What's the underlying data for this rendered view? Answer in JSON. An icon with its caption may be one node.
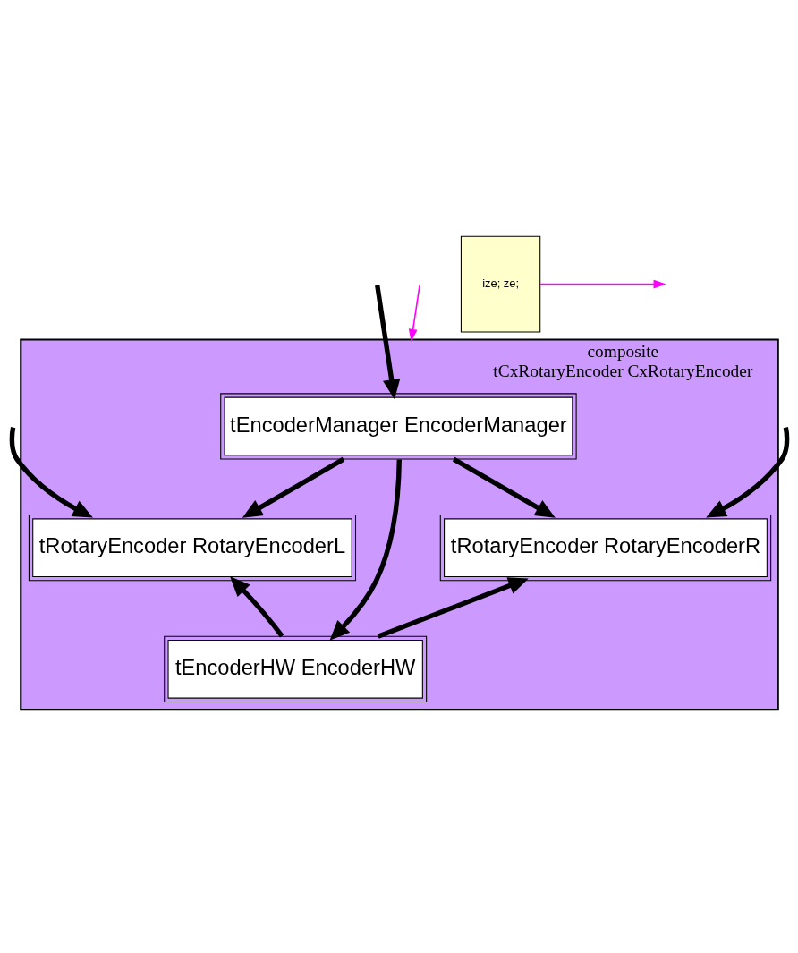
{
  "diagram": {
    "nodes": [
      {
        "text": [
          "composite",
          "tCxRotaryEncoder CxRotaryEncoder"
        ]
      },
      {
        "text": [
          "tEncoderManager EncoderManager"
        ],
        "in": 0
      },
      {
        "text": [
          "tRotaryEncoder RotaryEncoderL"
        ],
        "in": 0
      },
      {
        "text": [
          "tRotaryEncoder RotaryEncoderR"
        ],
        "in": 0
      },
      {
        "text": [
          "tEncoderHW EncoderHW"
        ],
        "in": 0
      },
      {
        "text": [
          "ize; ze;"
        ]
      }
    ],
    "edges": [
      {
        "from": null,
        "to": 2,
        "arrow": "to"
      },
      {
        "from": null,
        "to": 1,
        "arrow": "to"
      },
      {
        "from": null,
        "to": 3,
        "arrow": "to"
      },
      {
        "from": 1,
        "to": 2,
        "arrow": "to"
      },
      {
        "from": 1,
        "to": 3,
        "arrow": "to"
      },
      {
        "from": 1,
        "to": 4,
        "arrow": "to"
      },
      {
        "from": 4,
        "to": 2,
        "arrow": "to"
      },
      {
        "from": 4,
        "to": 3,
        "arrow": "to"
      },
      {
        "from": null,
        "to": 0,
        "arrow": "to",
        "color": "#ff00ff"
      },
      {
        "from": 5,
        "to": null,
        "arrow": "to",
        "color": "#ff00ff"
      }
    ]
  }
}
